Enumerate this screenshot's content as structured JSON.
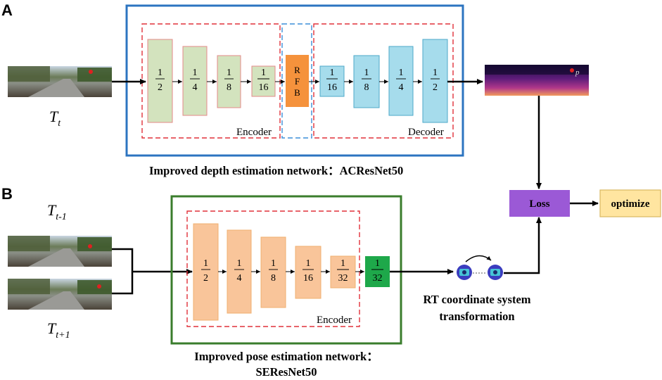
{
  "panel_a": {
    "letter": "A",
    "caption": "Improved depth estimation network：ACResNet50",
    "input_label": {
      "base": "T",
      "sub": "t"
    },
    "encoder_label": "Encoder",
    "decoder_label": "Decoder",
    "rfb_letters": [
      "R",
      "F",
      "B"
    ],
    "encoder_fractions": [
      "2",
      "4",
      "8",
      "16"
    ],
    "decoder_fractions": [
      "16",
      "8",
      "4",
      "2"
    ],
    "depth_map_text": "p"
  },
  "panel_b": {
    "letter": "B",
    "caption_line1": "Improved pose estimation network：",
    "caption_line2": "SEResNet50",
    "input_top_label": {
      "base": "T",
      "sub": "t-1"
    },
    "input_bottom_label": {
      "base": "T",
      "sub": "t+1"
    },
    "encoder_label": "Encoder",
    "encoder_fractions": [
      "2",
      "4",
      "8",
      "16",
      "32"
    ],
    "output_fraction": "32",
    "rt_line1": "RT coordinate system",
    "rt_line2": "transformation"
  },
  "loss_label": "Loss",
  "optimize_label": "optimize",
  "fraction_numerator": "1",
  "colors": {
    "panel_a_border": "#2c74c0",
    "panel_b_border": "#3a7d2c",
    "dashed_red": "#e0313a",
    "dashed_blue": "#3c8fd8",
    "encoder_green": "#d3e3be",
    "encoder_green_border": "#e58a8a",
    "rfb_orange": "#f5923c",
    "decoder_cyan": "#a6dcec",
    "decoder_cyan_border": "#4da9c9",
    "pose_peach": "#f9c59a",
    "pose_peach_border": "#f0b070",
    "pose_output_green": "#1ea84a",
    "loss_purple": "#9b59d6",
    "optimize_yellow": "#ffe5a0",
    "optimize_border": "#d9b860"
  }
}
